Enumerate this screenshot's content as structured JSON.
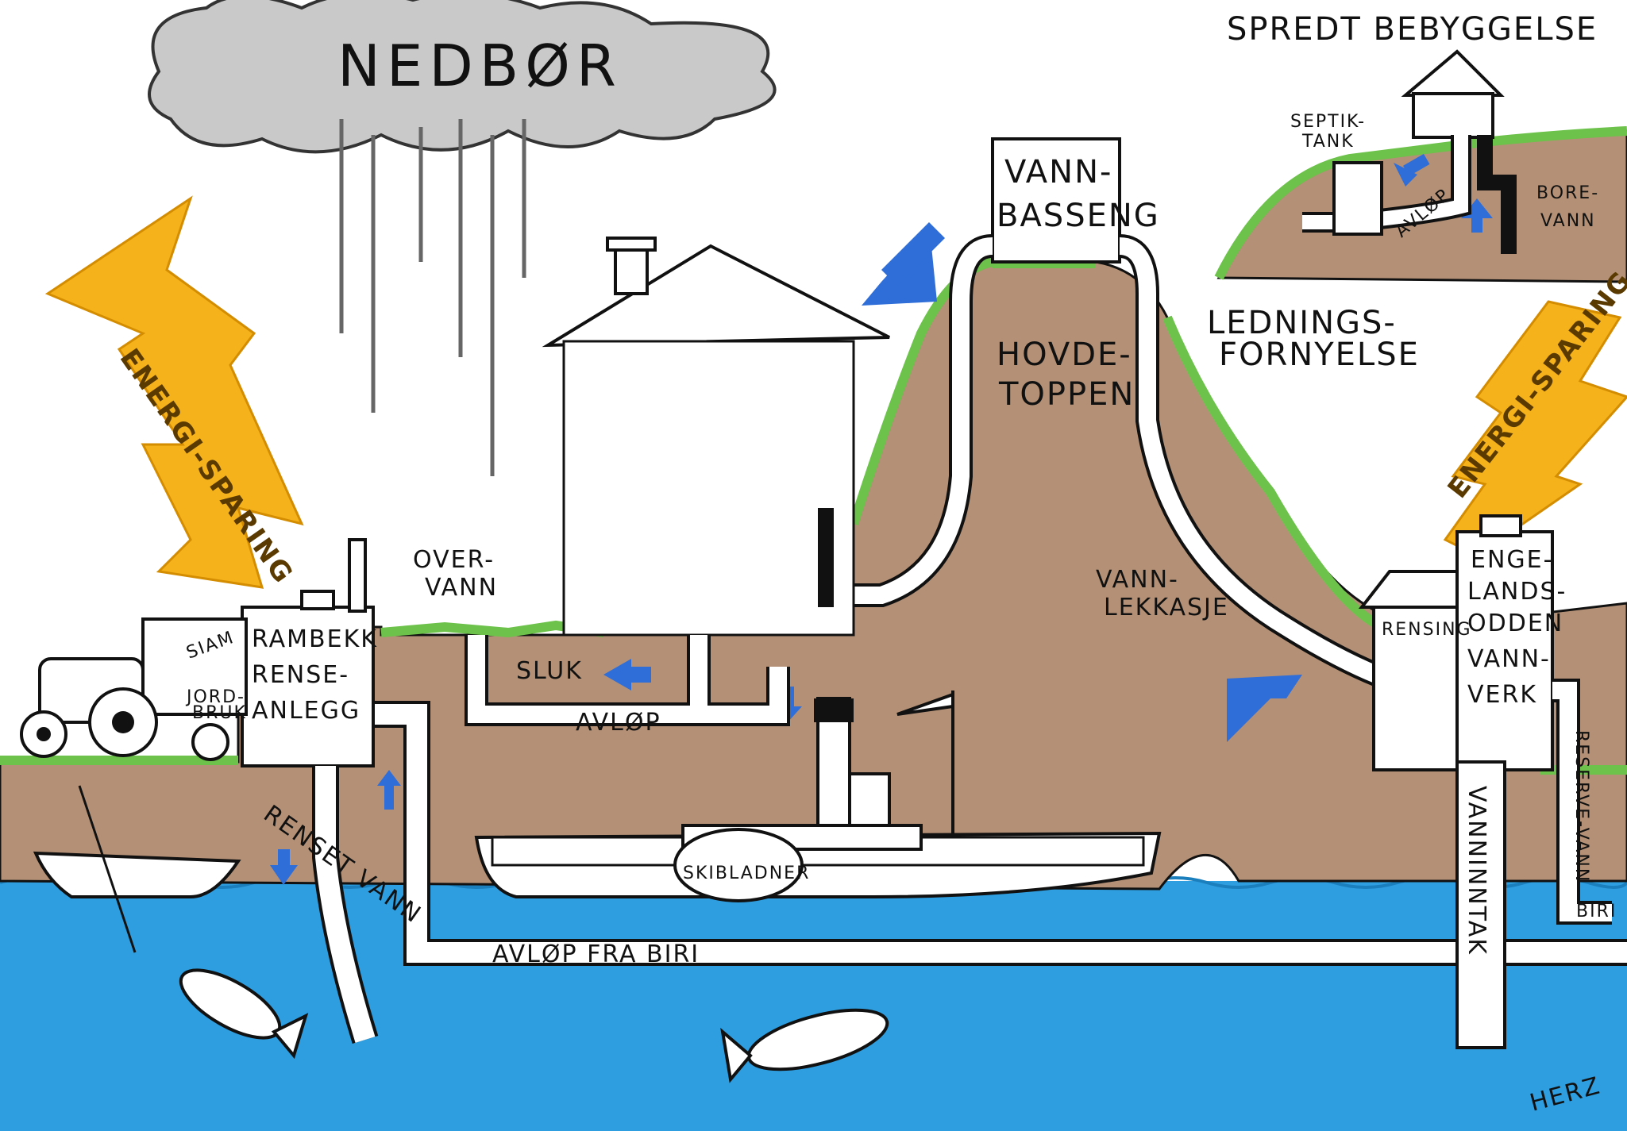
{
  "colors": {
    "water": "#2e9ee0",
    "ground": "#b49176",
    "grass": "#6cc24a",
    "arrow": "#2f6ed8",
    "energy": "#f5b21a",
    "cloud": "#c9c9c9",
    "pipe": "#ffffff"
  },
  "labels": {
    "nedbor": "NEDBØR",
    "spredt": "SPREDT BEBYGGELSE",
    "septik_1": "SEPTIK-",
    "septik_2": "TANK",
    "avlop_small": "AVLØP",
    "borevann_1": "BORE-",
    "borevann_2": "VANN",
    "vannbasseng_1": "VANN-",
    "vannbasseng_2": "BASSENG",
    "hovdetoppen_1": "HOVDE-",
    "hovdetoppen_2": "TOPPEN",
    "ledning_1": "LEDNINGS-",
    "ledning_2": "FORNYELSE",
    "energi_left": "ENERGI-SPARING",
    "energi_right": "ENERGI-SPARING",
    "overvann_1": "OVER-",
    "overvann_2": "VANN",
    "sluk": "SLUK",
    "avlop": "AVLØP",
    "vannlekkasje_1": "VANN-",
    "vannlekkasje_2": "LEKKASJE",
    "rensing": "RENSING",
    "vannverk_1": "ENGE-",
    "vannverk_2": "LANDS-",
    "vannverk_3": "ODDEN",
    "vannverk_4": "VANN-",
    "vannverk_5": "VERK",
    "reservevann": "RESERVE-VANN",
    "biri_small": "BIRI",
    "vanninntak": "VANNINNTAK",
    "rambekk_1": "RAMBEKK",
    "rambekk_2": "RENSE-",
    "rambekk_3": "ANLEGG",
    "siam": "SIAM",
    "jordbruk_1": "JORD-",
    "jordbruk_2": "BRUK",
    "renset_vann": "RENSET VANN",
    "skibladner": "SKIBLADNER",
    "avlop_fra_biri": "AVLØP FRA BIRI",
    "signature": "HERZ"
  },
  "icons": {
    "cloud": "rain-cloud-icon",
    "lightning": "lightning-bolt-icon",
    "arrow": "flow-arrow-icon",
    "fish": "fish-icon",
    "boat": "steamboat-icon",
    "tractor": "tractor-icon",
    "house": "house-icon"
  }
}
